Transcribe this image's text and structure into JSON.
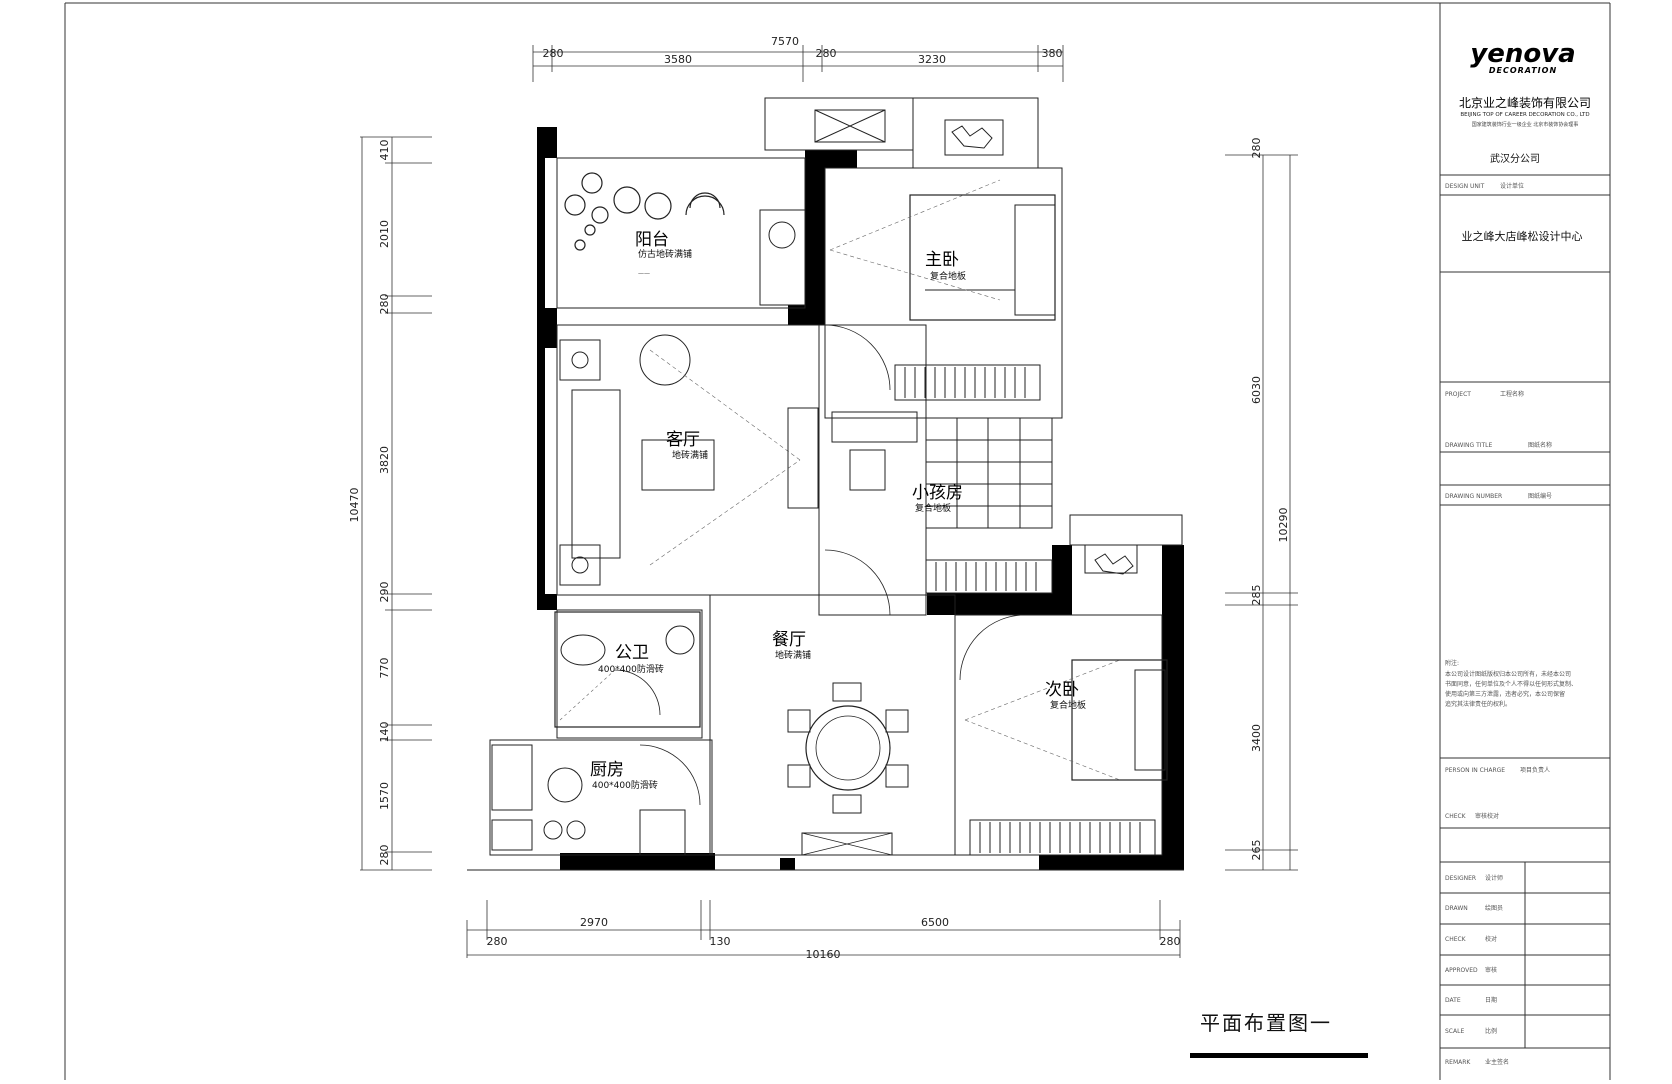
{
  "plan": {
    "title": "平面布置图一",
    "rooms": [
      {
        "id": "balcony",
        "name": "阳台",
        "floor": "仿古地砖满铺"
      },
      {
        "id": "master",
        "name": "主卧",
        "floor": "复合地板"
      },
      {
        "id": "living",
        "name": "客厅",
        "floor": "地砖满铺"
      },
      {
        "id": "kids",
        "name": "小孩房",
        "floor": "复合地板"
      },
      {
        "id": "dining",
        "name": "餐厅",
        "floor": "地砖满铺"
      },
      {
        "id": "second",
        "name": "次卧",
        "floor": "复合地板"
      },
      {
        "id": "bath",
        "name": "公卫",
        "floor": "400*400防滑砖"
      },
      {
        "id": "kitchen",
        "name": "厨房",
        "floor": "400*400防滑砖"
      }
    ],
    "dims_top": {
      "total": "7570",
      "a": "280",
      "b": "3580",
      "c": "280",
      "d": "3230",
      "e": "380"
    },
    "dims_bottom": {
      "total": "10160",
      "a": "280",
      "b": "2970",
      "c": "130",
      "d": "6500",
      "e": "280"
    },
    "dims_left": {
      "total": "10470",
      "a": "410",
      "b": "2010",
      "c": "280",
      "d": "3820",
      "e": "290",
      "f": "770",
      "g": "140",
      "h": "1570",
      "i": "280"
    },
    "dims_right": {
      "total": "10290",
      "a": "280",
      "b": "6030",
      "c": "285",
      "d": "3400",
      "e": "265"
    }
  },
  "title_block": {
    "logo": "yenova",
    "logo_sub": "DECORATION",
    "company": "北京业之峰装饰有限公司",
    "company_en": "BEIJING TOP OF CAREER DECORATION CO., LTD",
    "company_note": "国家建筑装饰行业一级企业 北京市装饰协会理事",
    "branch": "武汉分公司",
    "row_design_unit_label": "DESIGN UNIT",
    "row_design_unit_cn": "设计单位",
    "design_center": "业之峰大店峰松设计中心",
    "row_project_label": "PROJECT",
    "row_project_value": "工程名称",
    "row_drawing_title_label": "DRAWING TITLE",
    "row_drawing_title_value": "图纸名称",
    "row_drawing_no_label": "DRAWING NUMBER",
    "row_drawing_no_value": "图纸编号",
    "notes_title": "附注:",
    "notes": [
      "本公司设计图纸版权归本公司所有，未经本公司",
      "书面同意，任何单位及个人不得以任何形式复制、",
      "使用或向第三方泄露，违者必究，本公司保留",
      "追究其法律责任的权利。"
    ],
    "row_person_label": "PERSON IN CHARGE",
    "row_person_value": "项目负责人",
    "row_check_label": "CHECK",
    "row_check_value": "审核校对",
    "rows": [
      {
        "label": "DESIGNER",
        "value": "设计师"
      },
      {
        "label": "DRAWN",
        "value": "绘图员"
      },
      {
        "label": "CHECK",
        "value": "校对"
      },
      {
        "label": "APPROVED",
        "value": "审核"
      },
      {
        "label": "DATE",
        "value": "日期"
      },
      {
        "label": "SCALE",
        "value": "比例"
      },
      {
        "label": "REMARK",
        "value": "业主签名"
      }
    ]
  }
}
